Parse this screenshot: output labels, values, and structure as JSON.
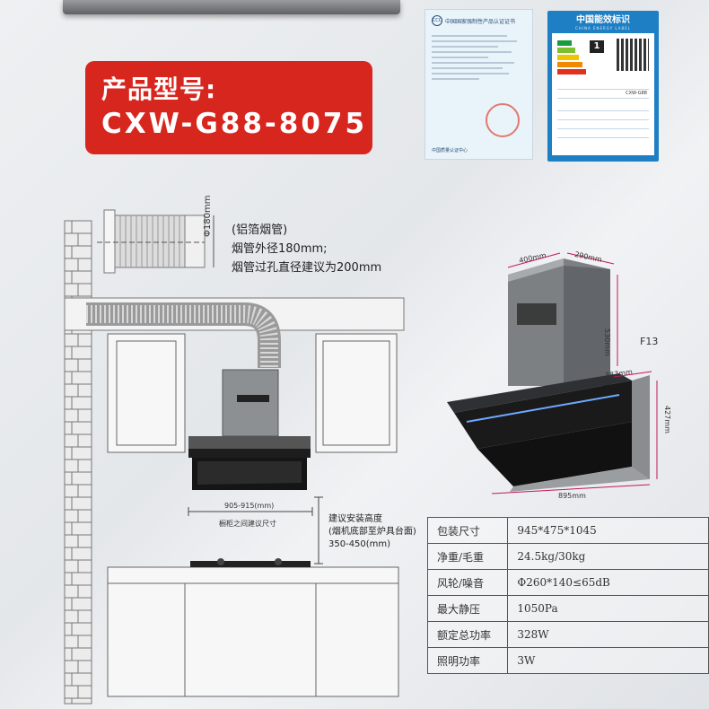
{
  "banner": {
    "label": "产品型号:",
    "model": "CXW-G88-8075"
  },
  "certificate": {
    "title": "中国国家强制性产品认证证书",
    "logo": "CCC",
    "footer": "中国质量认证中心"
  },
  "energy_label": {
    "title": "中国能效标识",
    "subtitle": "CHINA ENERGY LABEL",
    "grade": "1",
    "model_code": "CXW-G88"
  },
  "duct": {
    "diameter": "Φ180mm",
    "name": "(铝箔烟管)",
    "outer": "烟管外径180mm;",
    "hole": "烟管过孔直径建议为200mm"
  },
  "install": {
    "cabinet_width": "905-915(mm)",
    "cabinet_caption": "橱柜之间建议尺寸",
    "height_line1": "建议安装高度",
    "height_line2": "(烟机底部至炉具台面)",
    "height_line3": "350-450(mm)"
  },
  "product_dims": {
    "top_width": "400mm",
    "top_depth": "290mm",
    "tower_height": "530mm",
    "variant": "F13",
    "body_depth": "387mm",
    "body_height": "427mm",
    "total_width": "895mm"
  },
  "specs": [
    {
      "label": "包装尺寸",
      "value": "945*475*1045"
    },
    {
      "label": "净重/毛重",
      "value": "24.5kg/30kg"
    },
    {
      "label": "风轮/噪音",
      "value": "Φ260*140≤65dB"
    },
    {
      "label": "最大静压",
      "value": "1050Pa"
    },
    {
      "label": "额定总功率",
      "value": "328W"
    },
    {
      "label": "照明功率",
      "value": "3W"
    }
  ],
  "colors": {
    "banner": "#d7261e",
    "energy_blue": "#1e7fc4"
  }
}
